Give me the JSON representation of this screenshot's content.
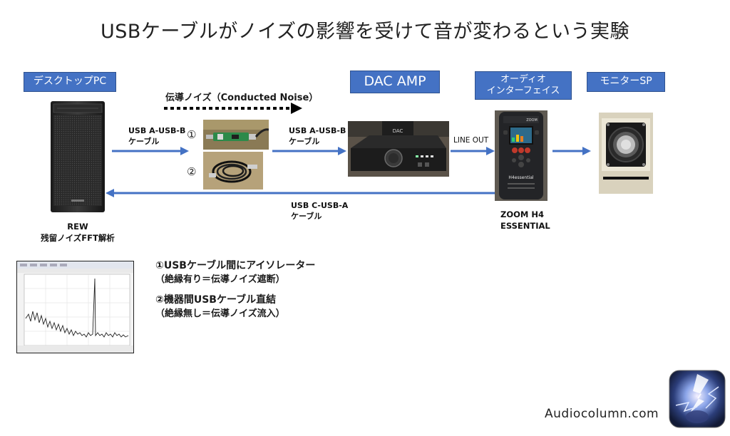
{
  "title": "USBケーブルがノイズの影響を受けて音が変わるという実験",
  "tags": {
    "pc": "デスクトップPC",
    "dac": "DAC AMP",
    "audio_if_line1": "オーディオ",
    "audio_if_line2": "インターフェイス",
    "speaker": "モニターSP"
  },
  "noise_label": "伝導ノイズ（Conducted Noise）",
  "cable_labels": {
    "pc_to_option_line1": "USB A-USB-B",
    "pc_to_option_line2": "ケーブル",
    "option_to_dac_line1": "USB A-USB-B",
    "option_to_dac_line2": "ケーブル",
    "line_out": "LINE OUT",
    "return_line1": "USB C-USB-A",
    "return_line2": "ケーブル"
  },
  "option_markers": [
    "①",
    "②"
  ],
  "pc_caption_line1": "REW",
  "pc_caption_line2": "残留ノイズFFT解析",
  "interface_caption_line1": "ZOOM H4",
  "interface_caption_line2": "ESSENTIAL",
  "notes": {
    "opt1_head": "①USBケーブル間にアイソレーター",
    "opt1_sub": "（絶縁有り＝伝導ノイズ遮断）",
    "opt2_head": "②機器間USBケーブル直結",
    "opt2_sub": "（絶縁無し＝伝導ノイズ流入）"
  },
  "device_markings": {
    "dac_front": "DAC",
    "zoom_brand": "ZOOM",
    "zoom_model": "H4essential"
  },
  "brand": "Audiocolumn.com",
  "colors": {
    "tag_fill": "#4472c4",
    "tag_border": "#2f528f",
    "arrow": "#4472c4",
    "noise_arrow": "#000000"
  },
  "icons": {
    "noise_arrow": "dotted-right-arrow",
    "flow_arrow": "right-arrow",
    "return_arrow": "left-arrow"
  }
}
